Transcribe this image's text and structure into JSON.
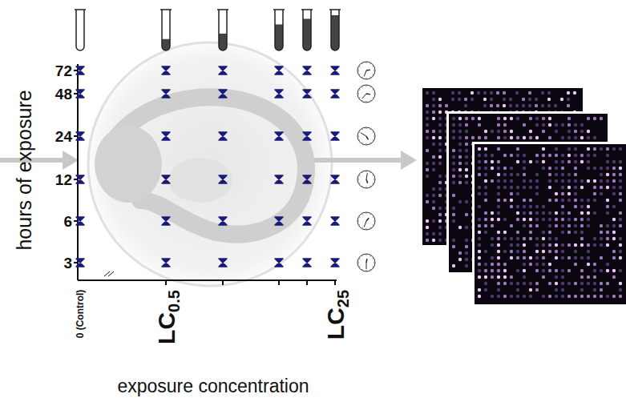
{
  "diagram": {
    "labels": [
      "hours of exposure",
      "72",
      "48",
      "24",
      "12",
      "6",
      "3",
      "0 (Control)",
      "LC",
      "0.5",
      "LC",
      "25",
      "exposure concentration"
    ]
  }
}
